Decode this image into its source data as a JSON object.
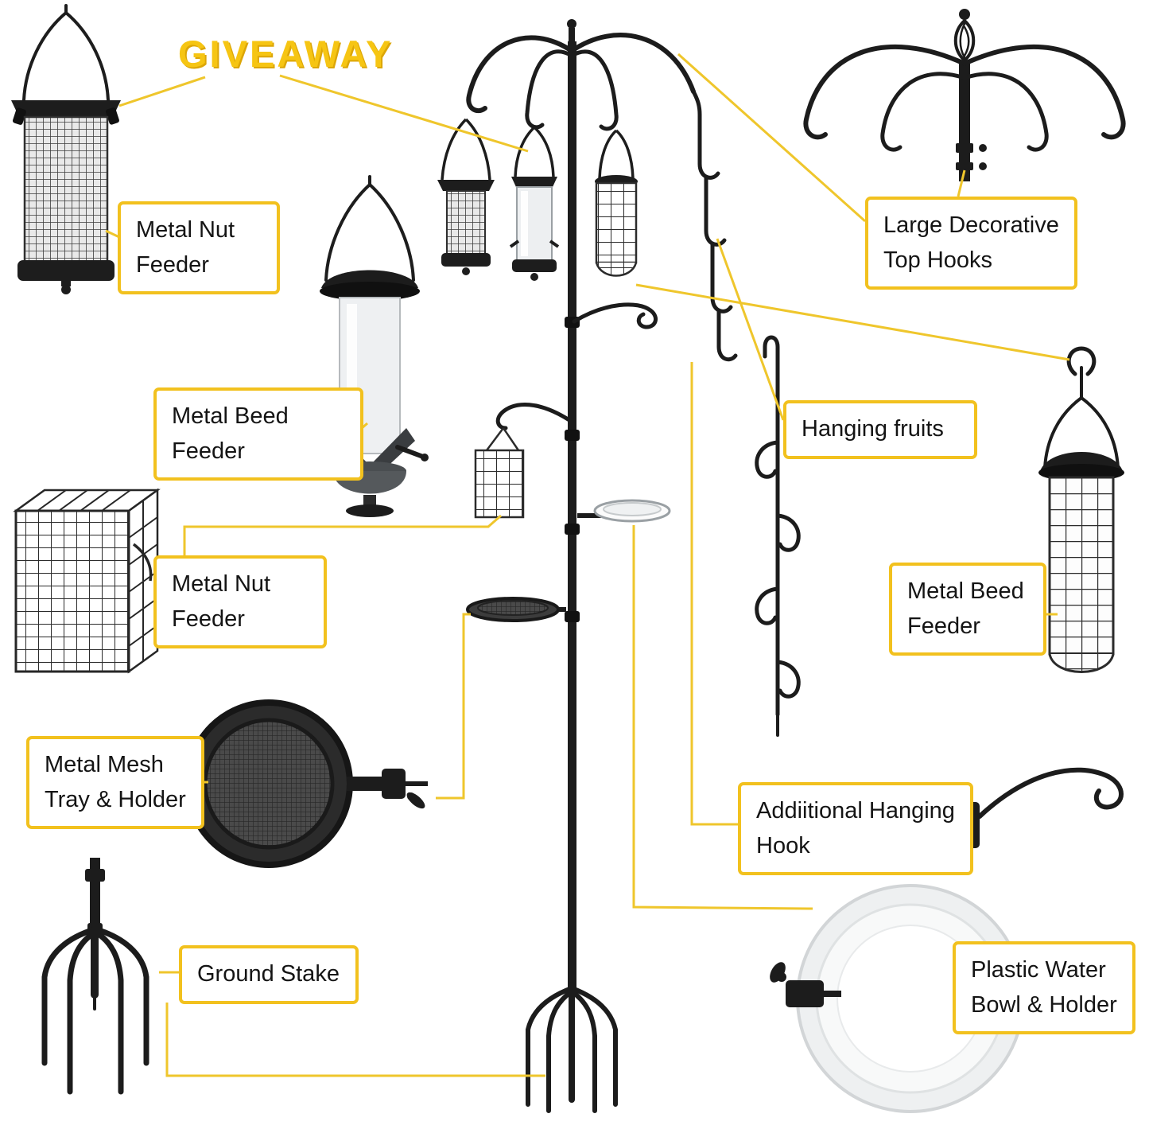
{
  "banner": {
    "text": "GIVEAWAY"
  },
  "colors": {
    "accent_yellow": "#F2C11E",
    "connector_yellow": "#EFC62C",
    "metal_black": "#1c1c1c",
    "banner_yellow": "#F6C513"
  },
  "labels": {
    "metal_nut_feeder_top": {
      "lines": [
        "Metal Nut",
        "Feeder"
      ]
    },
    "metal_beed_feeder_left": {
      "lines": [
        "Metal  Beed",
        "Feeder"
      ]
    },
    "metal_nut_feeder_cage": {
      "lines": [
        "Metal  Nut",
        "Feeder"
      ]
    },
    "metal_mesh_tray": {
      "lines": [
        "Metal Mesh",
        "Tray & Holder"
      ]
    },
    "ground_stake": {
      "lines": [
        "Ground Stake"
      ]
    },
    "large_decorative_top_hooks": {
      "lines": [
        "Large Decorative",
        "Top Hooks"
      ]
    },
    "hanging_fruits": {
      "lines": [
        "Hanging fruits"
      ]
    },
    "metal_beed_feeder_right": {
      "lines": [
        "Metal  Beed",
        "Feeder"
      ]
    },
    "additional_hanging_hook": {
      "lines": [
        "Addiitional Hanging",
        "Hook"
      ]
    },
    "plastic_water_bowl": {
      "lines": [
        "Plastic Water",
        "Bowl & Holder"
      ]
    }
  }
}
